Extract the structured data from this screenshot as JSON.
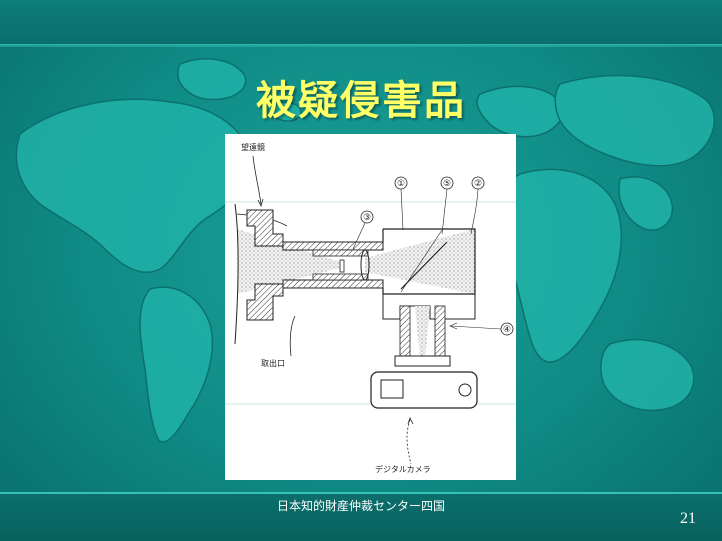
{
  "slide": {
    "title": "被疑侵害品",
    "footer": "日本知的財産仲裁センター四国",
    "page_number": "21"
  },
  "figure": {
    "labels": {
      "telescope": "望遠鏡",
      "outlet": "取出口",
      "camera": "デジタルカメラ"
    },
    "markers": [
      "①",
      "②",
      "③",
      "④",
      "⑤"
    ]
  },
  "colors": {
    "background": "#0f8a84",
    "title": "#ffff66",
    "band": "#0a6f6c"
  }
}
